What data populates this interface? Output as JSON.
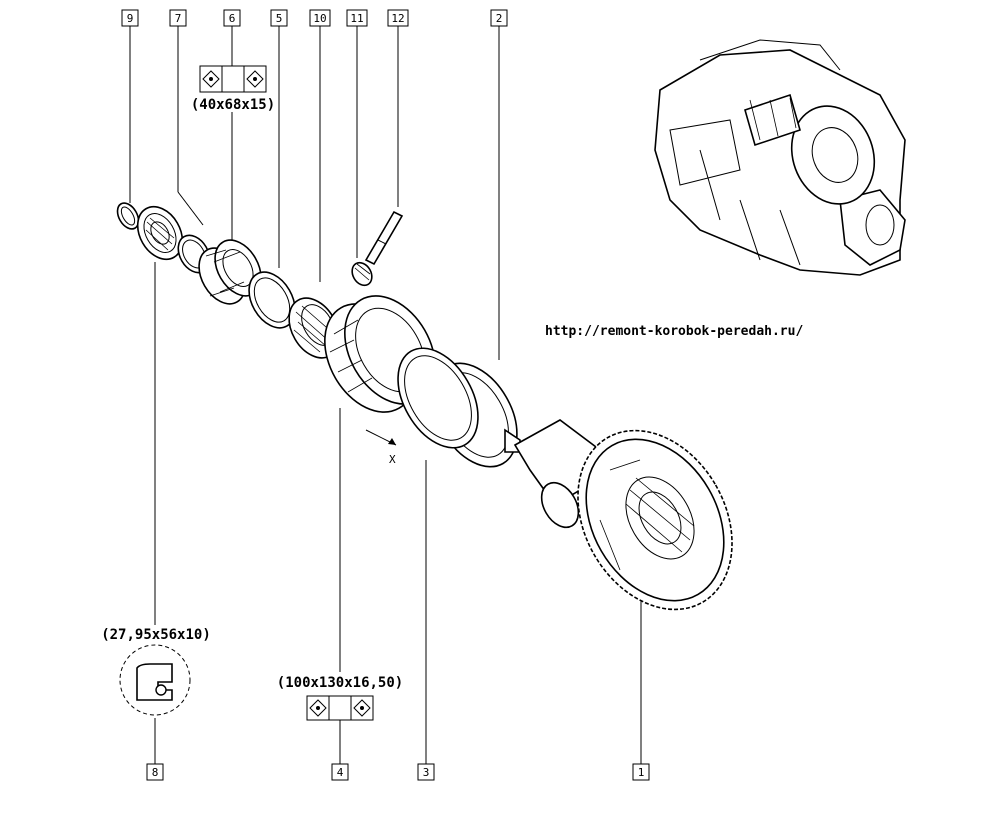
{
  "callouts": {
    "c9": "9",
    "c7": "7",
    "c6": "6",
    "c5": "5",
    "c10": "10",
    "c11": "11",
    "c12": "12",
    "c2": "2",
    "c8": "8",
    "c4": "4",
    "c3": "3",
    "c1": "1"
  },
  "dimensions": {
    "bearing_6": "(40x68x15)",
    "seal_8": "(27,95x56x10)",
    "bearing_4": "(100x130x16,50)"
  },
  "axis_marker": "X",
  "website": "http://remont-korobok-peredah.ru/"
}
